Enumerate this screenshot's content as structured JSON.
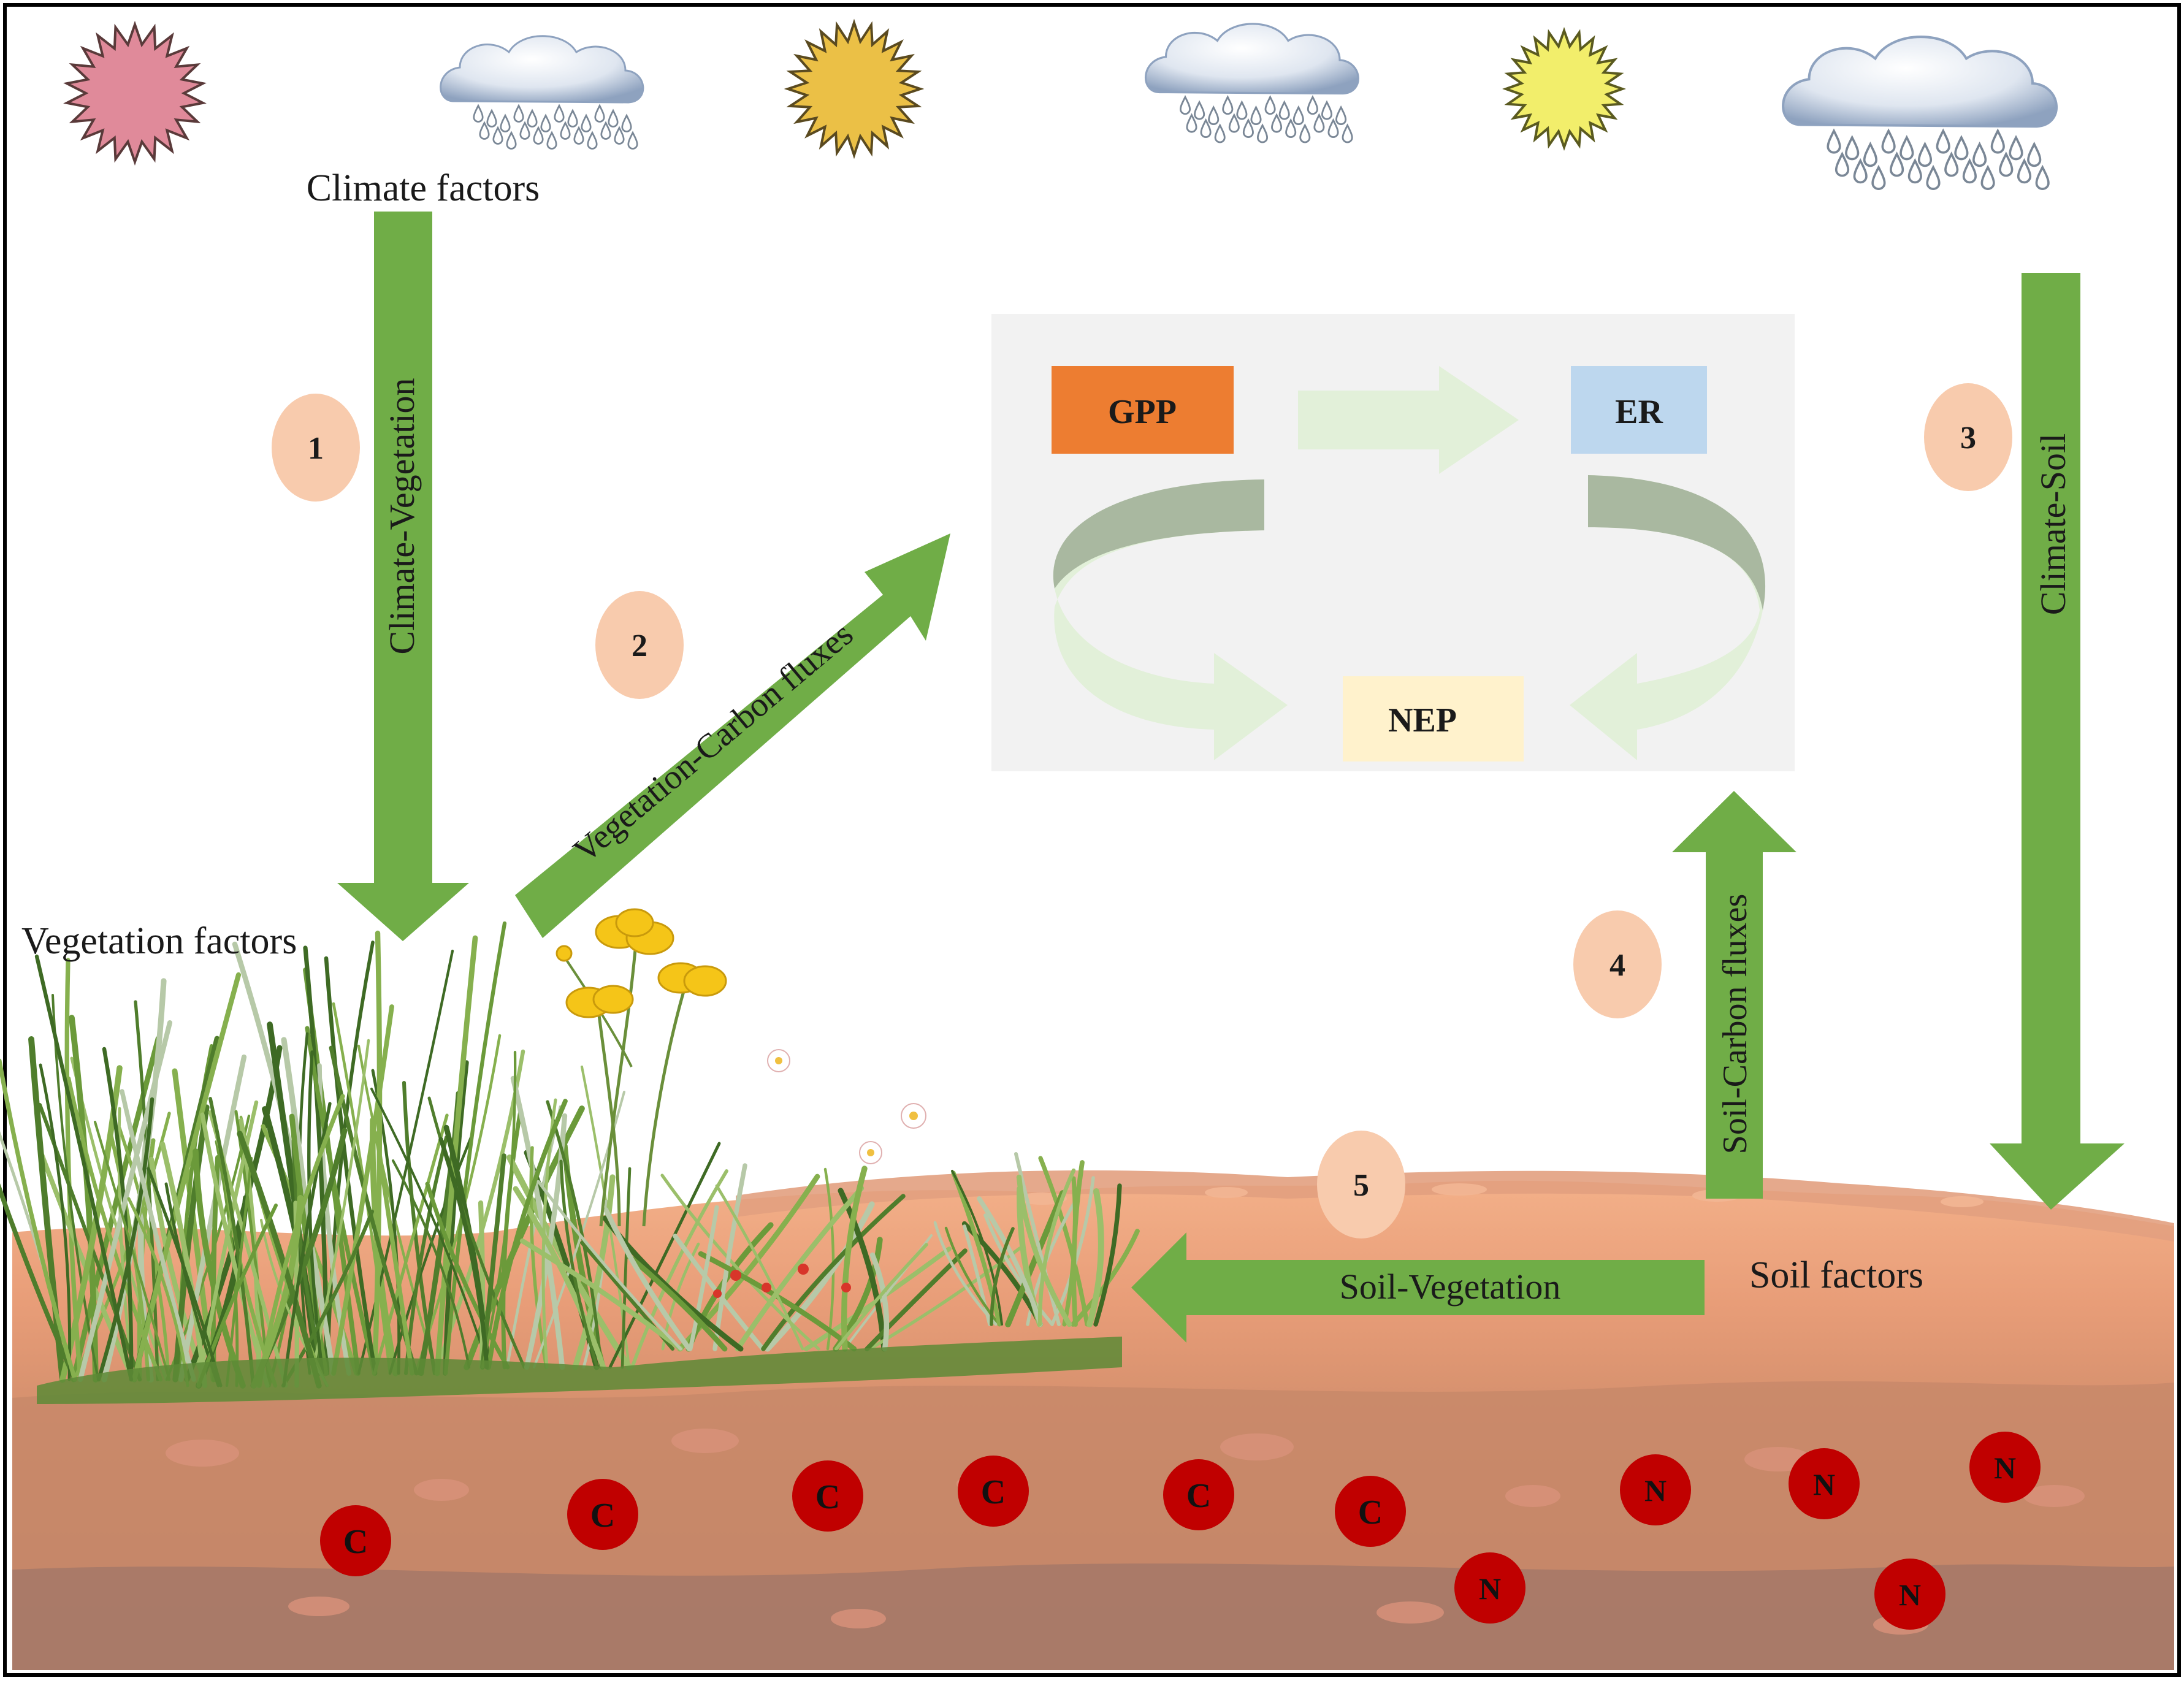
{
  "labels": {
    "climate_factors": "Climate factors",
    "vegetation_factors": "Vegetation factors",
    "soil_factors": "Soil factors"
  },
  "flux_box": {
    "gpp": "GPP",
    "er": "ER",
    "nep": "NEP"
  },
  "arrows": {
    "climate_vegetation": "Climate-Vegetation",
    "vegetation_carbon": "Vegetation-Carbon fluxes",
    "climate_soil": "Climate-Soil",
    "soil_carbon": "Soil-Carbon fluxes",
    "soil_vegetation": "Soil-Vegetation"
  },
  "steps": {
    "s1": "1",
    "s2": "2",
    "s3": "3",
    "s4": "4",
    "s5": "5"
  },
  "nutrients": {
    "carbon": "C",
    "nitrogen": "N"
  },
  "colors": {
    "arrow_green": "#70ad47",
    "gpp_box": "#ed7d31",
    "er_box": "#bdd7ee",
    "nep_box": "#fff2cc",
    "step_circle": "#f8cbad",
    "nutrient_circle": "#c00000",
    "flux_panel": "#f2f2f2"
  }
}
